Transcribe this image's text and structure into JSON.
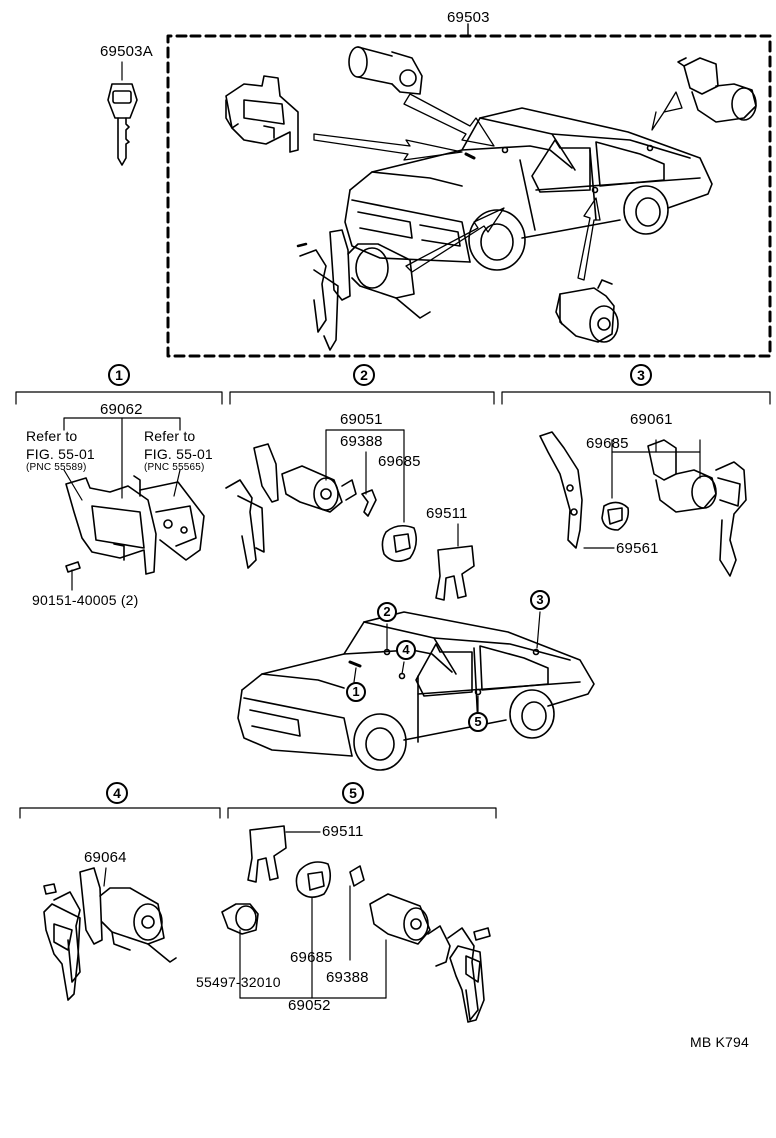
{
  "top": {
    "assembly_part": "69503",
    "key_part": "69503A"
  },
  "section1": {
    "marker": "1",
    "part": "69062",
    "refer_left_line1": "Refer to",
    "refer_left_line2": "FIG. 55-01",
    "refer_left_pnc": "(PNC 55589)",
    "refer_right_line1": "Refer to",
    "refer_right_line2": "FIG. 55-01",
    "refer_right_pnc": "(PNC 55565)",
    "screw": "90151-40005 (2)"
  },
  "section2": {
    "marker": "2",
    "part_a": "69051",
    "part_b": "69388",
    "part_c": "69685",
    "part_d": "69511"
  },
  "section3": {
    "marker": "3",
    "part_a": "69061",
    "part_b": "69685",
    "part_c": "69561"
  },
  "car_markers": [
    "1",
    "2",
    "3",
    "4",
    "5"
  ],
  "section4": {
    "marker": "4",
    "part": "69064"
  },
  "section5": {
    "marker": "5",
    "part_a": "69511",
    "part_b": "69685",
    "part_c": "69388",
    "part_d": "55497-32010",
    "part_e": "69052"
  },
  "footer": {
    "code": "MB  K794"
  }
}
